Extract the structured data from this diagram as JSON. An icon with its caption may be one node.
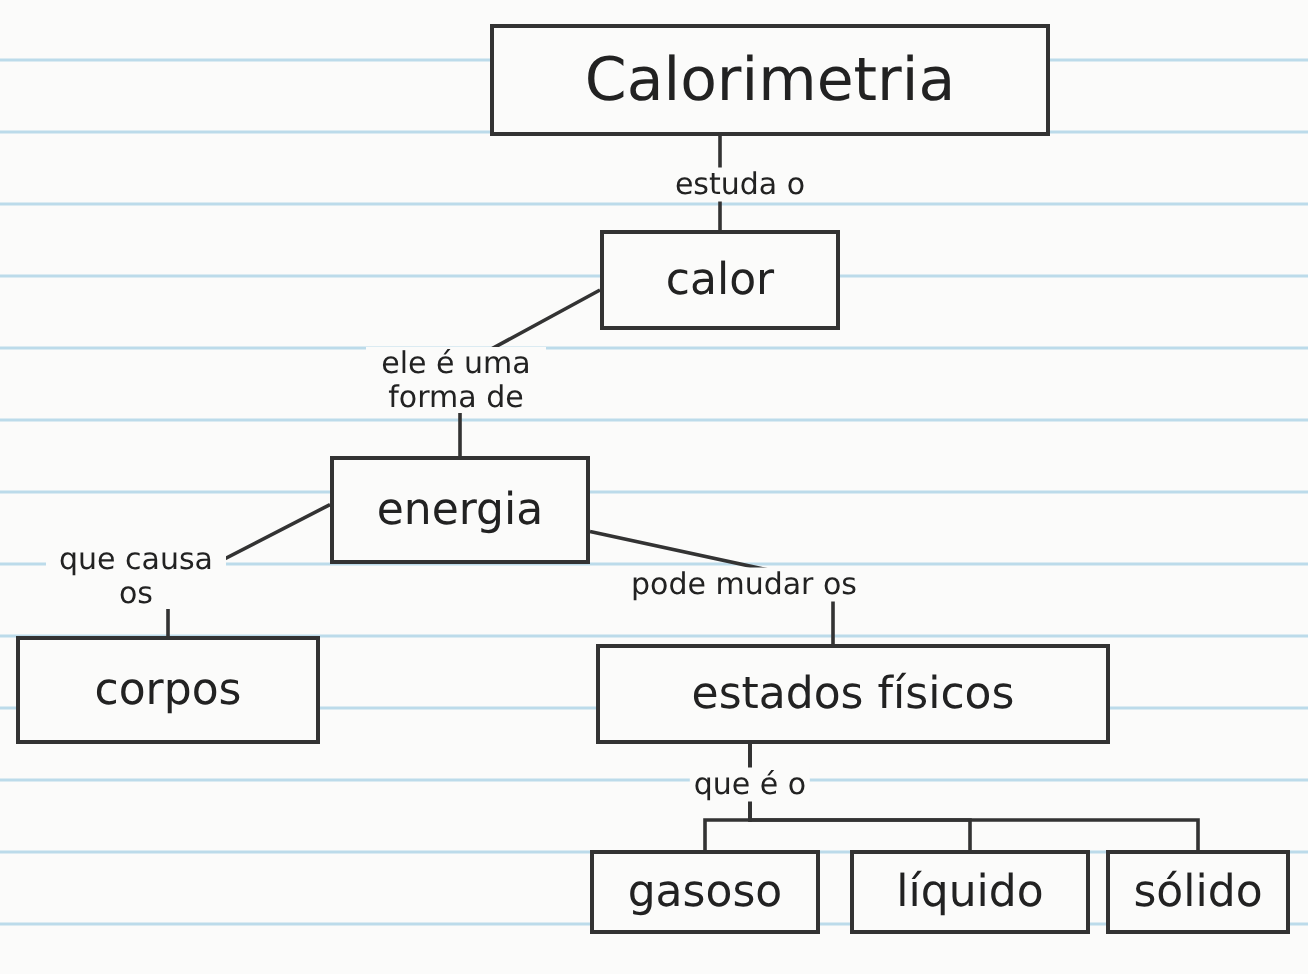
{
  "diagram": {
    "nodes": [
      {
        "text": [
          "Calorimetria"
        ]
      },
      {
        "text": [
          "calor"
        ]
      },
      {
        "text": [
          "energia"
        ]
      },
      {
        "text": [
          "corpos"
        ]
      },
      {
        "text": [
          "estados físicos"
        ]
      },
      {
        "text": [
          "gasoso"
        ]
      },
      {
        "text": [
          "líquido"
        ]
      },
      {
        "text": [
          "sólido"
        ]
      }
    ],
    "edges": [
      {
        "from": 0,
        "to": 1,
        "arrow": "none",
        "label": "estuda o"
      },
      {
        "from": 1,
        "to": 2,
        "arrow": "none",
        "label": "ele é uma forma de"
      },
      {
        "from": 2,
        "to": 3,
        "arrow": "none",
        "label": "que causa os"
      },
      {
        "from": 2,
        "to": 4,
        "arrow": "none",
        "label": "pode mudar os"
      },
      {
        "from": 4,
        "to": 5,
        "arrow": "none",
        "label": "que é o"
      },
      {
        "from": 4,
        "to": 6,
        "arrow": "none"
      },
      {
        "from": 4,
        "to": 7,
        "arrow": "none"
      }
    ]
  }
}
